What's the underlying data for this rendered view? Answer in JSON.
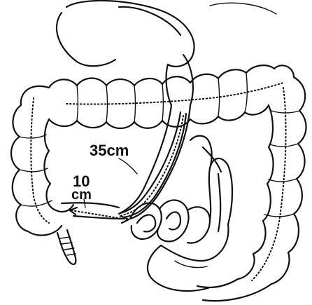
{
  "figure": {
    "labels": {
      "distance_long": "35cm",
      "distance_short_value": "10",
      "distance_short_unit": "cm"
    },
    "colors": {
      "ink": "#111111",
      "background": "#ffffff"
    }
  }
}
